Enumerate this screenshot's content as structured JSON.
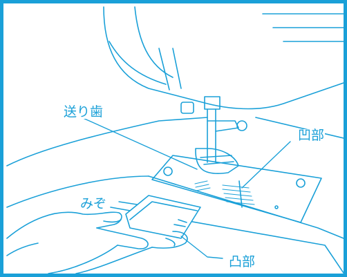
{
  "diagram": {
    "labels": {
      "feed_dogs": "送り歯",
      "concave_part": "凹部",
      "groove": "みぞ",
      "convex_part": "凸部"
    },
    "colors": {
      "line": "#1aa0d8",
      "frame": "#1aa0d8",
      "fill": "#ffffff"
    }
  }
}
